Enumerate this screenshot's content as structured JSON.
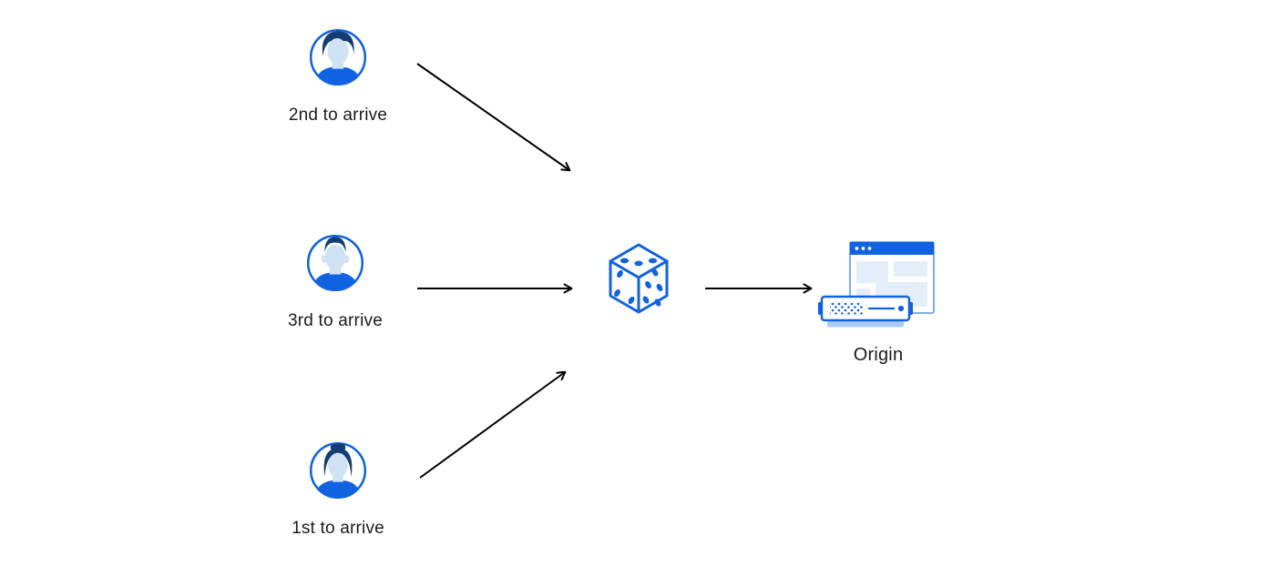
{
  "palette": {
    "primary_blue": "#1062e0",
    "navy": "#143e73",
    "face_light_blue": "#cfe2f4",
    "pale_blue_block": "#e4eef8",
    "window_border_blue": "#7fadf0",
    "server_base_blue": "#a9cbf3",
    "arrow_black": "#000000",
    "label_text": "#1a1a1a",
    "background": "#ffffff"
  },
  "nodes": {
    "visitor_top": {
      "label": "2nd to arrive",
      "icon": "avatar-man-pompadour-icon"
    },
    "visitor_middle": {
      "label": "3rd to arrive",
      "icon": "avatar-man-short-hair-icon"
    },
    "visitor_bottom": {
      "label": "1st to arrive",
      "icon": "avatar-woman-bun-icon"
    },
    "router": {
      "icon": "dice-icon"
    },
    "origin": {
      "label": "Origin",
      "icon": "origin-server-browser-icon"
    }
  },
  "edges": [
    {
      "from": "visitor_top",
      "to": "router"
    },
    {
      "from": "visitor_middle",
      "to": "router"
    },
    {
      "from": "visitor_bottom",
      "to": "router"
    },
    {
      "from": "router",
      "to": "origin"
    }
  ]
}
